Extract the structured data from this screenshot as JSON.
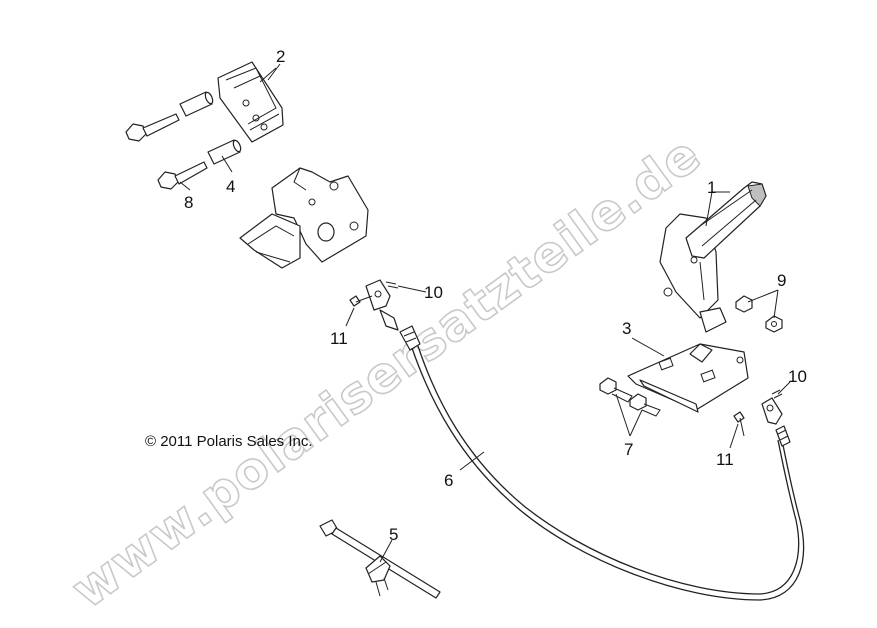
{
  "watermark": {
    "text": "www.polarisersatzteile.de",
    "color": "#c9c9c9"
  },
  "copyright": "© 2011 Polaris Sales Inc.",
  "callouts": {
    "c1": "1",
    "c2": "2",
    "c3": "3",
    "c4": "4",
    "c5": "5",
    "c6": "6",
    "c7": "7",
    "c8": "8",
    "c9": "9",
    "c10a": "10",
    "c10b": "10",
    "c11a": "11",
    "c11b": "11"
  }
}
